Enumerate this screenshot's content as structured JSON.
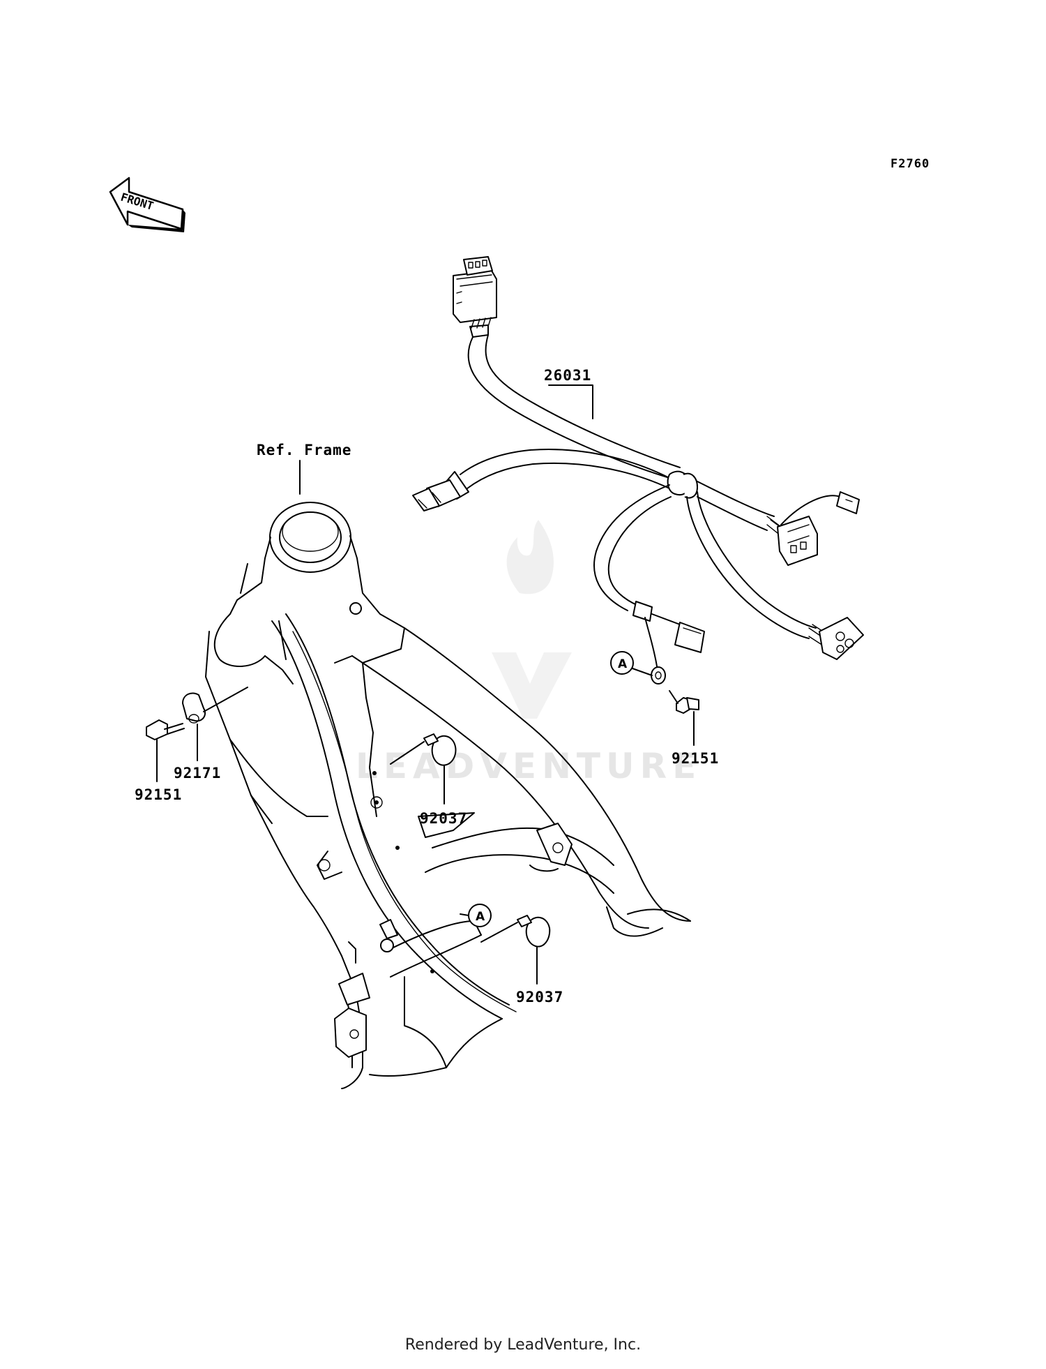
{
  "diagram_code": "F2760",
  "front_label": "FRONT",
  "frame_label": "Ref. Frame",
  "parts": {
    "harness": "26031",
    "bolt_left": "92151",
    "clamp_left": "92171",
    "clamp_upper": "92037",
    "clamp_lower": "92037",
    "bolt_right": "92151"
  },
  "markers": {
    "ground_callout": "A",
    "frame_callout": "A"
  },
  "watermark": "LEADVENTURE",
  "footer": "Rendered by LeadVenture, Inc."
}
